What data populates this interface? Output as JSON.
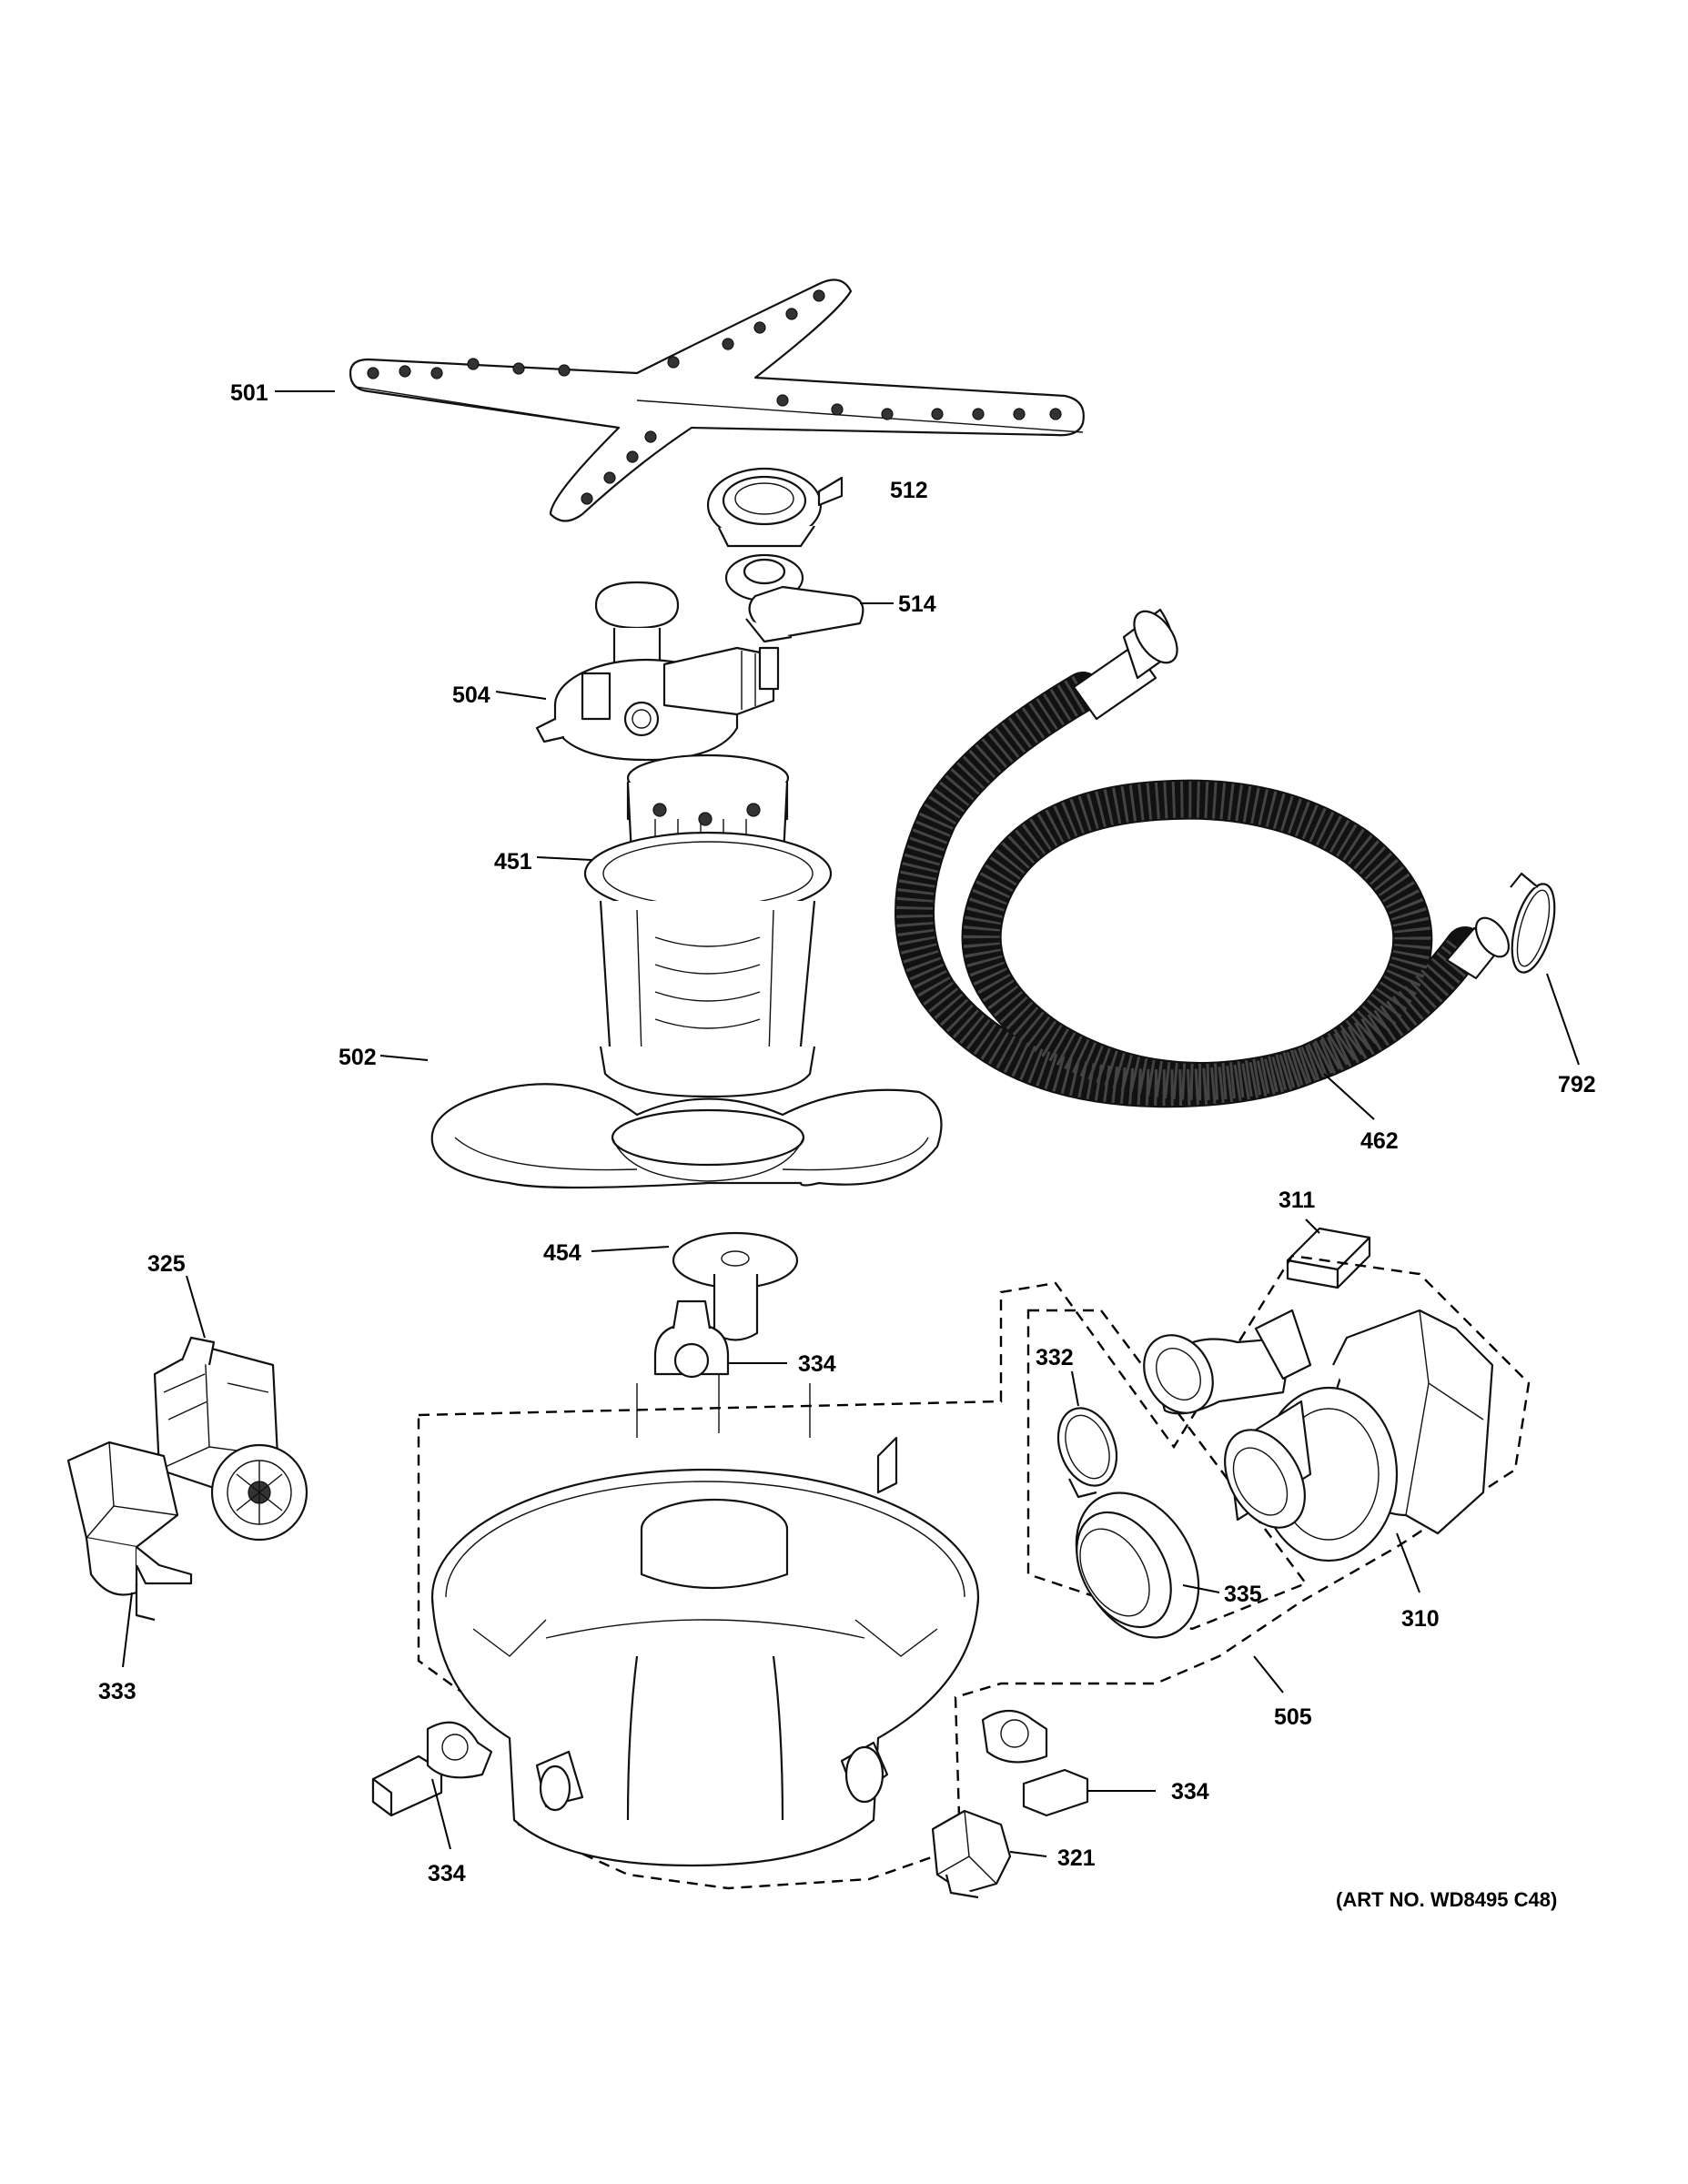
{
  "parts": [
    {
      "id": "p501",
      "number": "501"
    },
    {
      "id": "p512",
      "number": "512"
    },
    {
      "id": "p514",
      "number": "514"
    },
    {
      "id": "p504",
      "number": "504"
    },
    {
      "id": "p451",
      "number": "451"
    },
    {
      "id": "p502",
      "number": "502"
    },
    {
      "id": "p792",
      "number": "792"
    },
    {
      "id": "p462",
      "number": "462"
    },
    {
      "id": "p311",
      "number": "311"
    },
    {
      "id": "p325",
      "number": "325"
    },
    {
      "id": "p454",
      "number": "454"
    },
    {
      "id": "p334a",
      "number": "334"
    },
    {
      "id": "p332",
      "number": "332"
    },
    {
      "id": "p333",
      "number": "333"
    },
    {
      "id": "p335",
      "number": "335"
    },
    {
      "id": "p310",
      "number": "310"
    },
    {
      "id": "p505",
      "number": "505"
    },
    {
      "id": "p334b",
      "number": "334"
    },
    {
      "id": "p334c",
      "number": "334"
    },
    {
      "id": "p321",
      "number": "321"
    }
  ],
  "art_number": "(ART NO. WD8495 C48)"
}
